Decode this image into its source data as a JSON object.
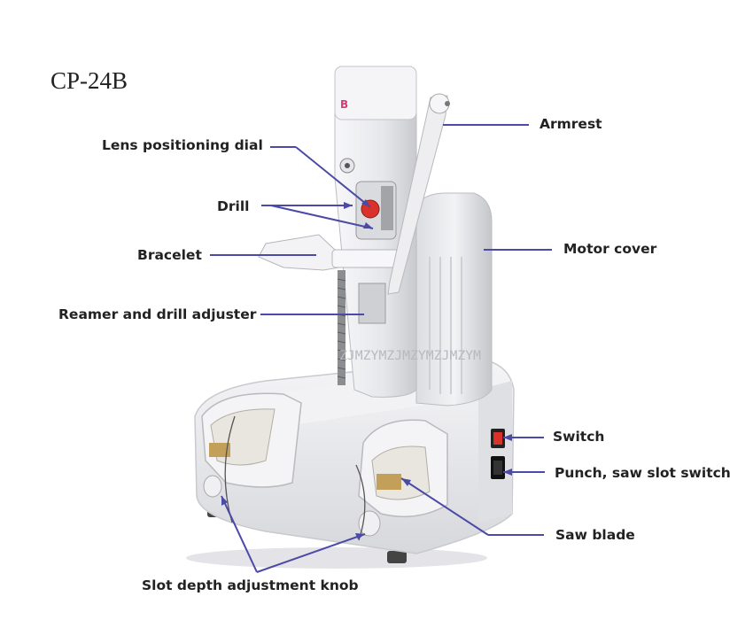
{
  "title": "CP-24B",
  "machine_badge": "B",
  "watermark": "ZJMZYMZJMZYMZJMZYM",
  "colors": {
    "leader_line": "#4b4aa6",
    "machine_body": "#ecedf0",
    "accent_red": "#d8322b"
  },
  "labels": {
    "armrest": "Armrest",
    "lens_positioning_dial": "Lens positioning dial",
    "drill": "Drill",
    "motor_cover": "Motor cover",
    "bracelet": "Bracelet",
    "reamer_drill_adjuster": "Reamer and drill adjuster",
    "switch": "Switch",
    "punch_saw_switch": "Punch, saw slot switch",
    "saw_blade": "Saw blade",
    "slot_depth_knob": "Slot depth adjustment knob"
  }
}
